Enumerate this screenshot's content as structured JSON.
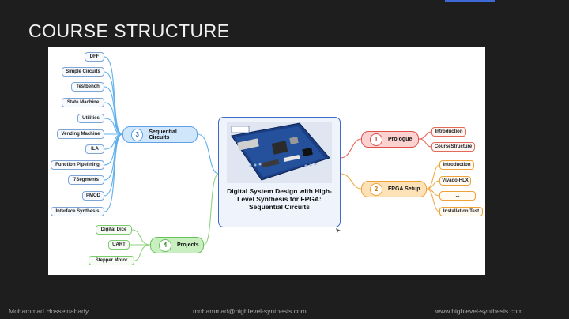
{
  "slide": {
    "title": "COURSE STRUCTURE",
    "footer": {
      "author": "Mohammad Hosseinabady",
      "email": "mohammad@highlevel-synthesis.com",
      "website": "www.highlevel-synthesis.com"
    }
  },
  "mindmap": {
    "center_title": "Digital System Design with High-Level Synthesis for FPGA: Sequential Circuits",
    "branches": {
      "sequential": {
        "number": "3",
        "label": "Sequential Circuits"
      },
      "projects": {
        "number": "4",
        "label": "Projects"
      },
      "prologue": {
        "number": "1",
        "label": "Prologue"
      },
      "fpga": {
        "number": "2",
        "label": "FPGA Setup"
      }
    },
    "sequential_items": [
      "DFF",
      "Simple Circuits",
      "Testbench",
      "State Machine",
      "Utilities",
      "Vending Machine",
      "ILA",
      "Function Pipelining",
      "7Segments",
      "PMOD",
      "Interface Synthesis"
    ],
    "project_items": [
      "Digital Dice",
      "UART",
      "Stepper Motor"
    ],
    "prologue_items": [
      "Introduction",
      "CourseStructure"
    ],
    "fpga_items": [
      "Introduction",
      "Vivado-HLX",
      "...",
      "Installation Test"
    ]
  },
  "colors": {
    "background": "#1e1e1e",
    "blue": "#5fa0e8",
    "green": "#67c15a",
    "red": "#e0514c",
    "orange": "#f0a23a",
    "center_border": "#3c6bc8"
  }
}
